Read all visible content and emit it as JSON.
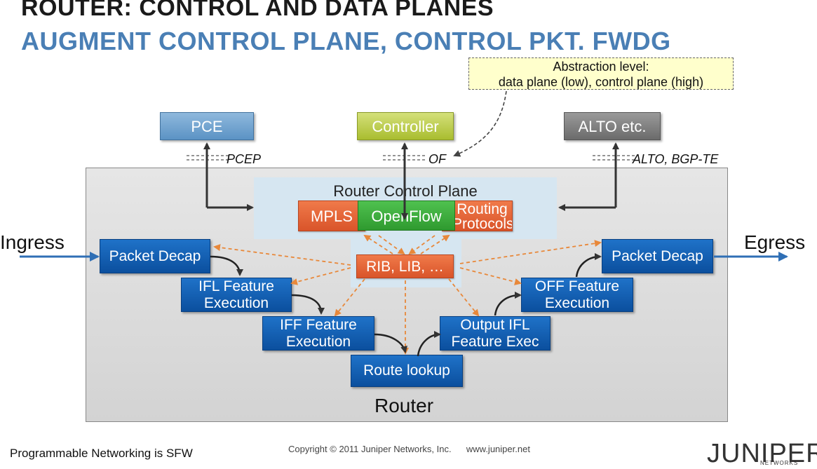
{
  "title": "ROUTER: CONTROL AND DATA PLANES",
  "subtitle": "AUGMENT CONTROL PLANE, CONTROL PKT. FWDG",
  "note": {
    "line1": "Abstraction level:",
    "line2": "data plane (low), control plane (high)"
  },
  "top_boxes": {
    "pce": "PCE",
    "controller": "Controller",
    "alto": "ALTO etc."
  },
  "protocols": {
    "pcep": "PCEP",
    "of": "OF",
    "alto_bgp": "ALTO, BGP-TE"
  },
  "control_plane": {
    "title": "Router Control Plane",
    "mpls": "MPLS",
    "openflow": "OpenFlow",
    "routing_line1": "Routing",
    "routing_line2": "Protocols",
    "rib": "RIB, LIB, …"
  },
  "data_plane": {
    "packet_decap_in": "Packet Decap",
    "ifl": "IFL Feature Execution",
    "iff": "IFF Feature Execution",
    "route_lookup": "Route lookup",
    "output_ifl": "Output IFL Feature Exec",
    "off": "OFF Feature Execution",
    "packet_decap_out": "Packet Decap"
  },
  "ingress": "Ingress",
  "egress": "Egress",
  "router_label": "Router",
  "footer": {
    "left": "Programmable Networking is SFW",
    "copyright": "Copyright © 2011 Juniper Networks, Inc.",
    "url": "www.juniper.net"
  },
  "logo": {
    "name": "JUNIPER",
    "sub": "NETWORKS"
  },
  "colors": {
    "title_blue": "#4a7fb5",
    "dashed_arrow": "#e8883a",
    "flow_arrow": "#2f6fb5"
  }
}
